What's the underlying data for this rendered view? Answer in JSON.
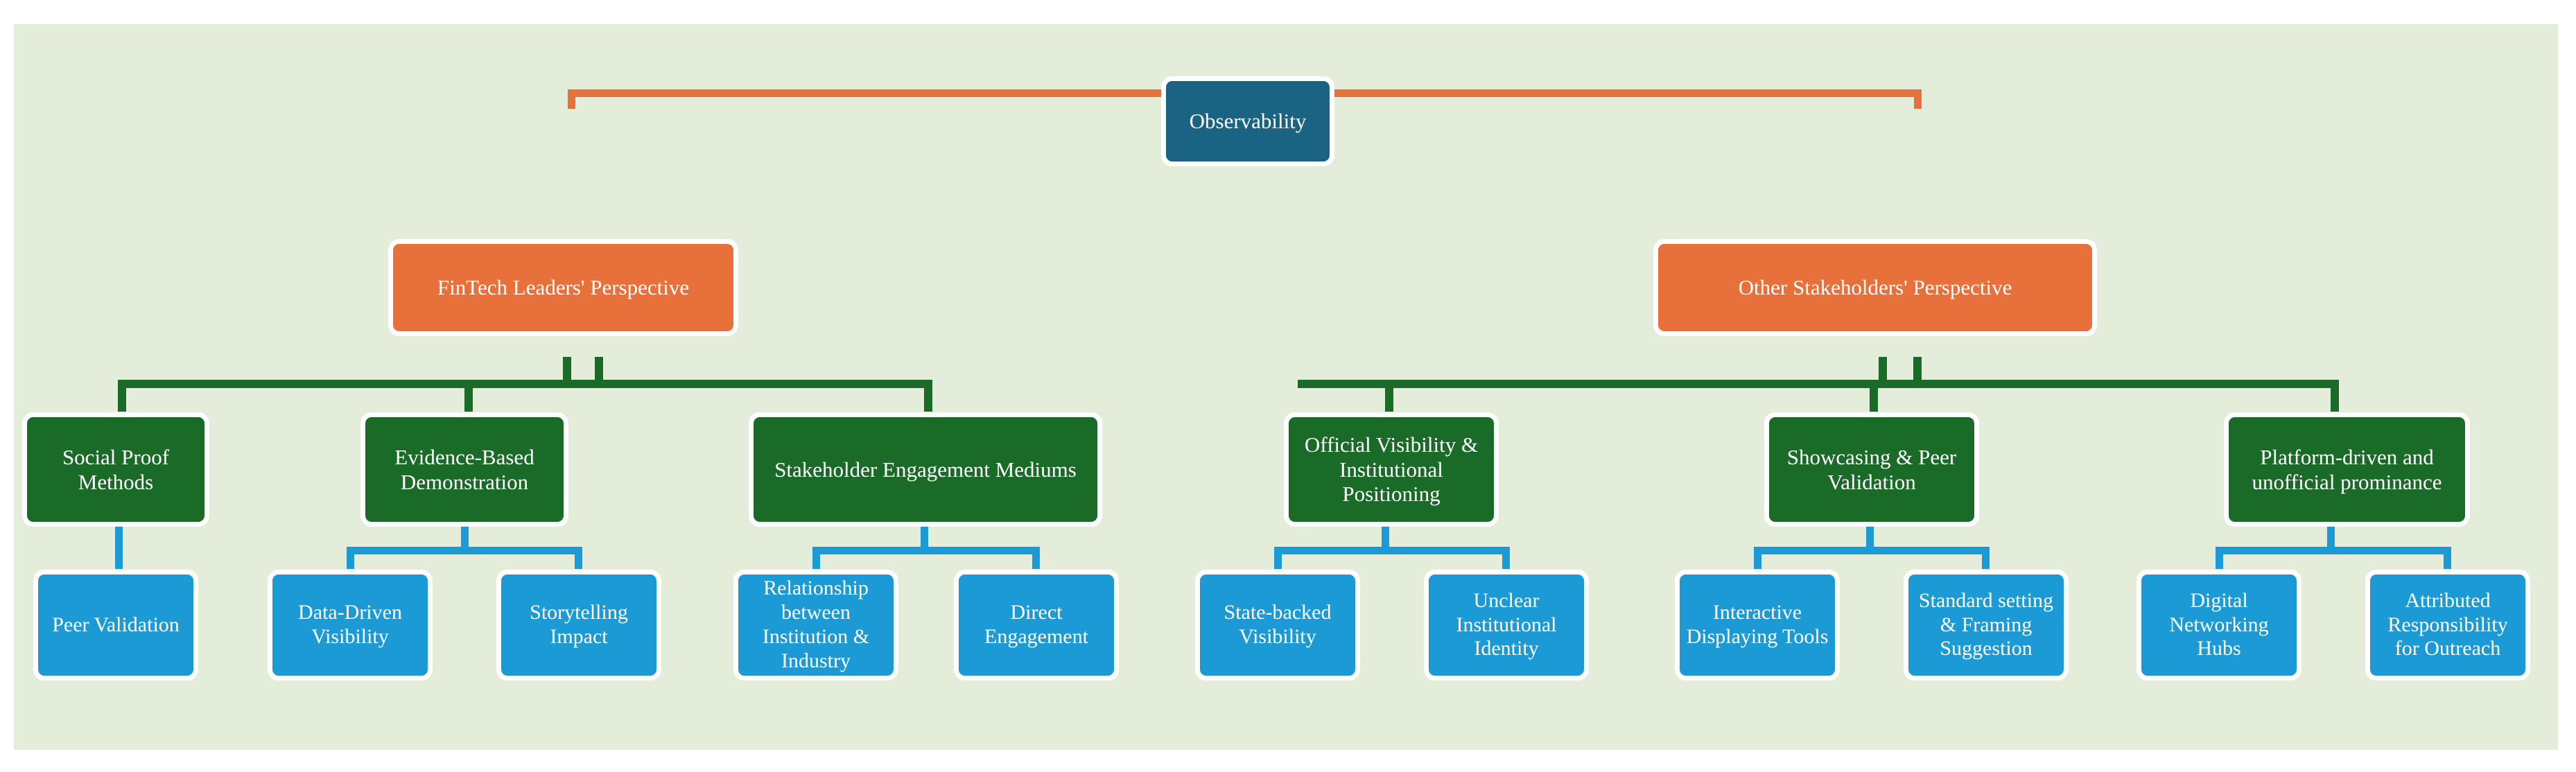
{
  "diagram": {
    "title_root": "Observability",
    "background_color": "#e3edd9",
    "colors": {
      "root": "#1b6383",
      "level1": "#e8703a",
      "level2": "#1a6b28",
      "leaf": "#1b9ad6",
      "node_border": "#ffffff",
      "text": "#ffffff"
    },
    "root": {
      "label": "Observability"
    },
    "branches": [
      {
        "label": "FinTech Leaders' Perspective",
        "children": [
          {
            "label": "Social Proof Methods",
            "leaves": [
              {
                "label": "Peer Validation"
              }
            ]
          },
          {
            "label": "Evidence-Based Demonstration",
            "leaves": [
              {
                "label": "Data-Driven Visibility"
              },
              {
                "label": "Storytelling Impact"
              }
            ]
          },
          {
            "label": "Stakeholder Engagement Mediums",
            "leaves": [
              {
                "label": "Relationship between Institution & Industry"
              },
              {
                "label": "Direct Engagement"
              }
            ]
          }
        ]
      },
      {
        "label": "Other Stakeholders' Perspective",
        "children": [
          {
            "label": "Official Visibility & Institutional Positioning",
            "leaves": [
              {
                "label": "State-backed Visibility"
              },
              {
                "label": "Unclear Institutional Identity"
              }
            ]
          },
          {
            "label": "Showcasing & Peer Validation",
            "leaves": [
              {
                "label": "Interactive Displaying Tools"
              },
              {
                "label": "Standard setting & Framing Suggestion"
              }
            ]
          },
          {
            "label": "Platform-driven and unofficial prominance",
            "leaves": [
              {
                "label": "Digital Networking Hubs"
              },
              {
                "label": "Attributed Responsibility for Outreach"
              }
            ]
          }
        ]
      }
    ]
  }
}
